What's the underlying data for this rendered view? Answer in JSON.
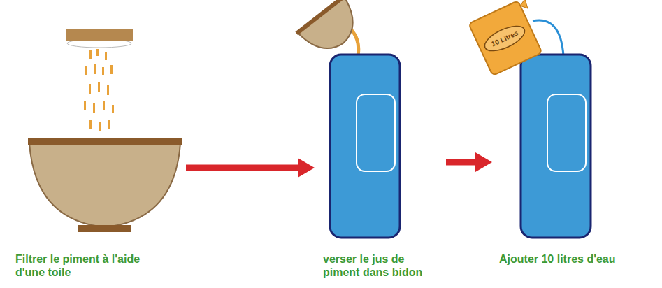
{
  "diagram": {
    "nodes": [
      {
        "text": [
          "Filtrer le piment à l'aide d'une toile"
        ]
      },
      {
        "text": [
          "verser le jus de piment dans bidon"
        ]
      },
      {
        "text": [
          "Ajouter 10 litres d'eau"
        ]
      }
    ],
    "edges": [
      {
        "from": 0,
        "to": 1,
        "arrow": "to"
      },
      {
        "from": 1,
        "to": 2,
        "arrow": "to"
      }
    ],
    "labels": [
      "10 Litres"
    ]
  }
}
